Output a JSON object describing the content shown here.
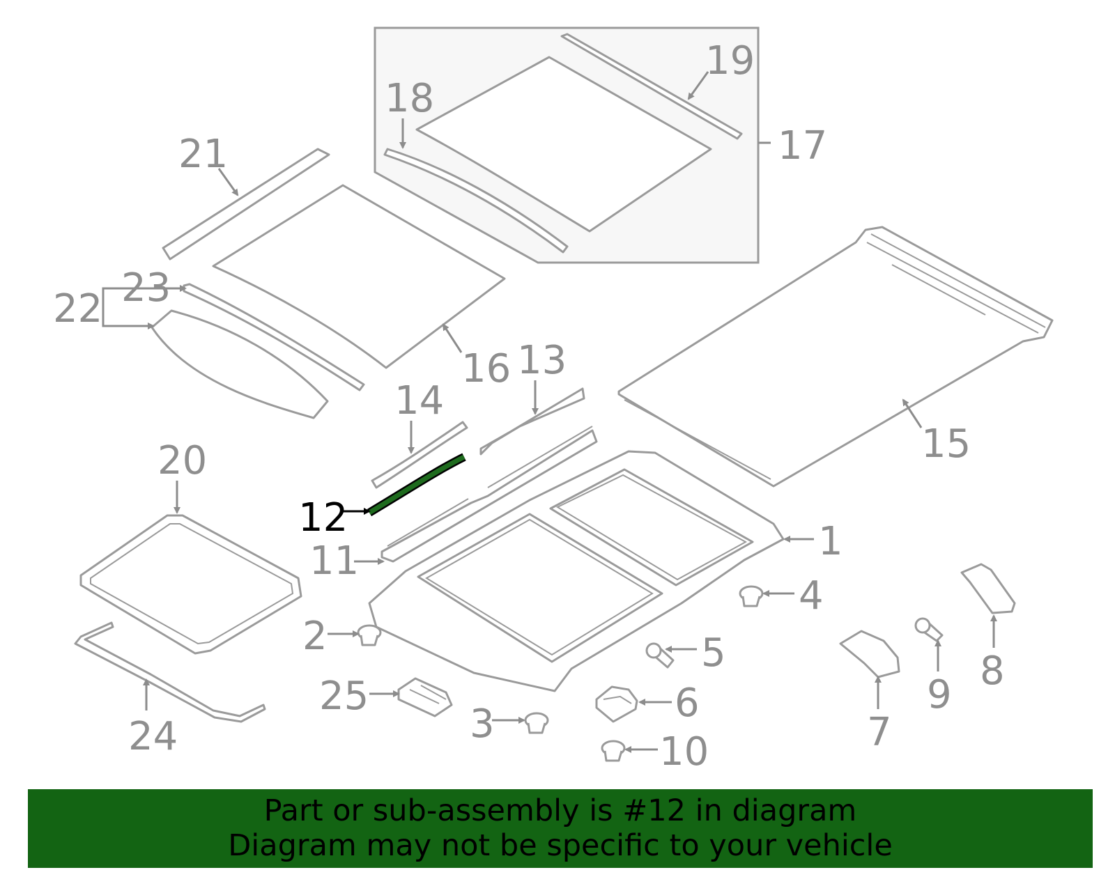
{
  "colors": {
    "part_stroke": "#9a9a9a",
    "label": "#8e8e8e",
    "highlight_part": "#1e6b1e",
    "banner_bg": "#136413",
    "inset_bg": "#f7f7f7"
  },
  "highlight": {
    "callout": "12"
  },
  "callouts": [
    "1",
    "2",
    "3",
    "4",
    "5",
    "6",
    "7",
    "8",
    "9",
    "10",
    "11",
    "12",
    "13",
    "14",
    "15",
    "16",
    "17",
    "18",
    "19",
    "20",
    "21",
    "22",
    "23",
    "24",
    "25"
  ],
  "banner": {
    "line1": "Part or sub-assembly is #12 in diagram",
    "line2": "Diagram may not be specific to your vehicle"
  }
}
